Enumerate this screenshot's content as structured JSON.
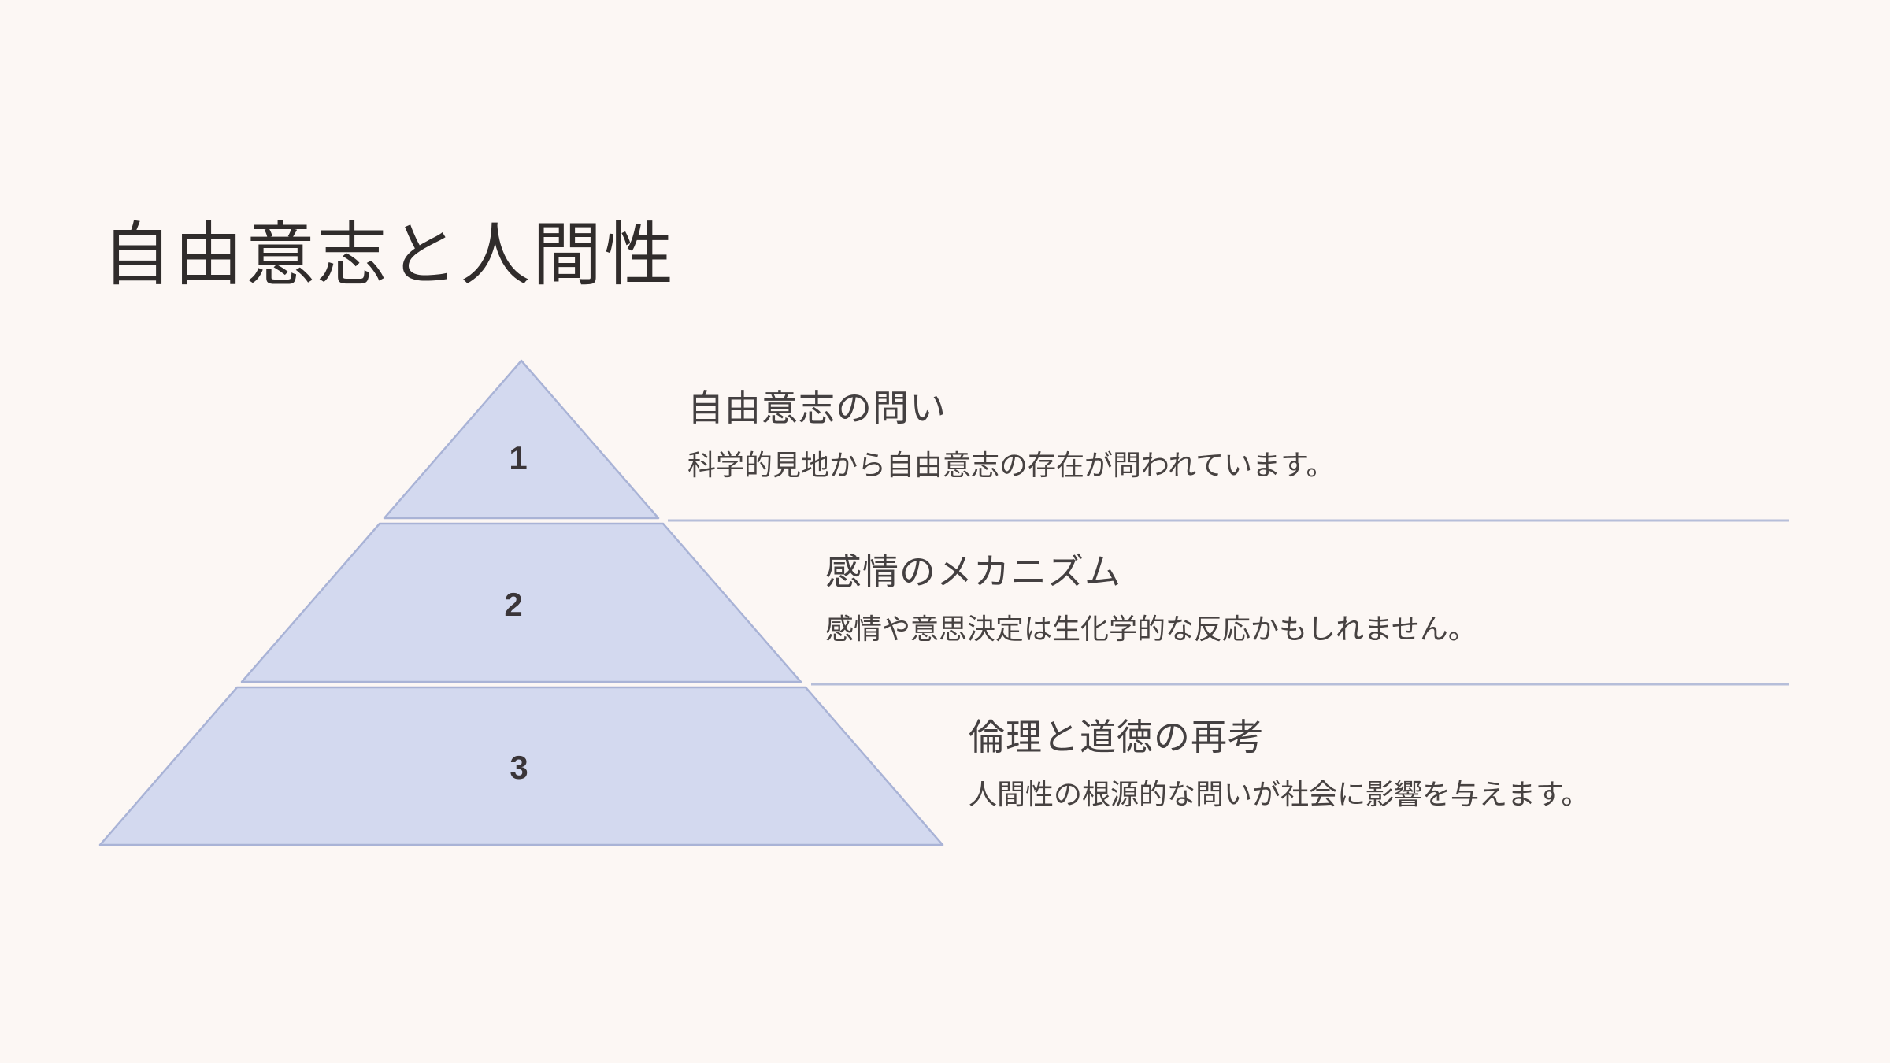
{
  "slide": {
    "title": "自由意志と人間性",
    "colors": {
      "background": "#fcf7f4",
      "title_text": "#302c2b",
      "heading_text": "#444041",
      "body_text": "#474241",
      "number_text": "#3a3538",
      "pyramid_fill": "#d3d9ef",
      "pyramid_border": "#a9b3d6",
      "separator_line": "#b6bed9"
    }
  },
  "pyramid": {
    "type": "pyramid-3-tier",
    "tiers": [
      {
        "number": "1"
      },
      {
        "number": "2"
      },
      {
        "number": "3"
      }
    ]
  },
  "sections": [
    {
      "heading": "自由意志の問い",
      "body": "科学的見地から自由意志の存在が問われています。"
    },
    {
      "heading": "感情のメカニズム",
      "body": "感情や意思決定は生化学的な反応かもしれません。"
    },
    {
      "heading": "倫理と道徳の再考",
      "body": "人間性の根源的な問いが社会に影響を与えます。"
    }
  ]
}
